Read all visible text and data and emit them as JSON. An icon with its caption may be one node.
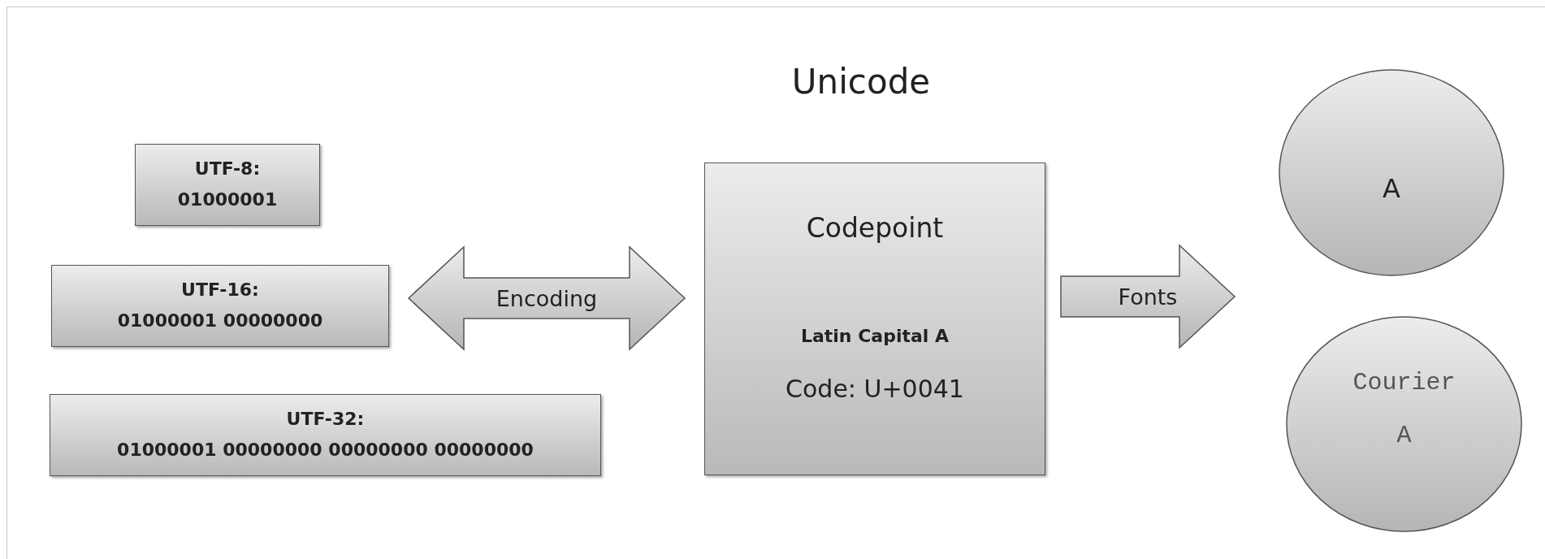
{
  "diagram": {
    "title": "Unicode",
    "nodes": [
      {
        "text": [
          "UTF-8:",
          "01000001"
        ]
      },
      {
        "text": [
          "UTF-16:",
          "01000001 00000000"
        ]
      },
      {
        "text": [
          "UTF-32:",
          "01000001 00000000 00000000 00000000"
        ]
      },
      {
        "text": [
          "Codepoint",
          "Latin Capital A",
          "Code: U+0041"
        ]
      },
      {
        "text": [
          "A"
        ]
      },
      {
        "text": [
          "Courier",
          "A"
        ]
      }
    ],
    "edges": [
      {
        "from": 3,
        "to": 1,
        "arrow": "both",
        "label": "Encoding"
      },
      {
        "from": 3,
        "to": null,
        "arrow": "to",
        "label": "Fonts"
      }
    ]
  }
}
